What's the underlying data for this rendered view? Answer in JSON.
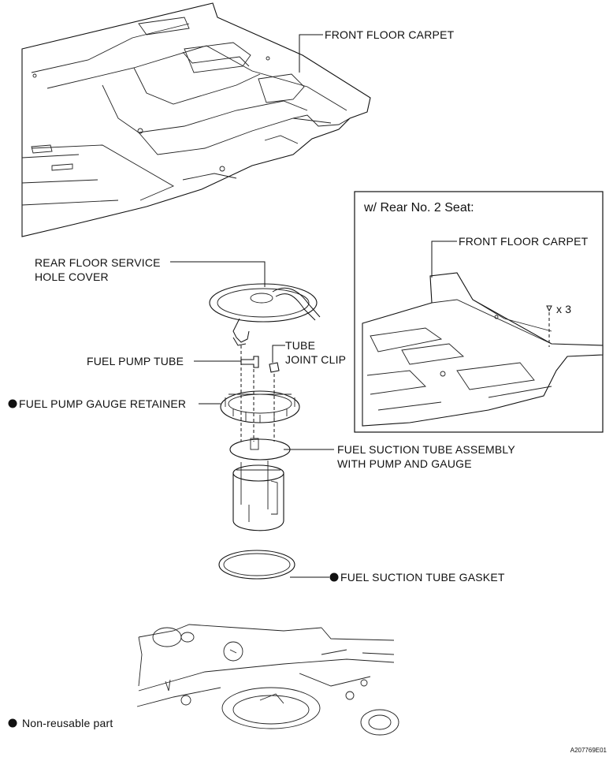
{
  "labels": {
    "front_floor_carpet": "FRONT FLOOR CARPET",
    "rear_cover_line1": "REAR FLOOR SERVICE",
    "rear_cover_line2": "HOLE COVER",
    "fuel_pump_tube": "FUEL PUMP TUBE",
    "tube_clip_line1": "TUBE",
    "tube_clip_line2": "JOINT CLIP",
    "gauge_retainer": "FUEL PUMP GAUGE RETAINER",
    "suction_line1": "FUEL SUCTION TUBE ASSEMBLY",
    "suction_line2": "WITH PUMP AND GAUGE",
    "gasket": "FUEL SUCTION TUBE GASKET"
  },
  "inset": {
    "title": "w/ Rear No. 2 Seat:",
    "front_floor_carpet": "FRONT FLOOR CARPET",
    "fastener_qty": "x 3"
  },
  "legend": {
    "non_reusable": "Non-reusable part"
  },
  "figure_id": "A207769E01"
}
